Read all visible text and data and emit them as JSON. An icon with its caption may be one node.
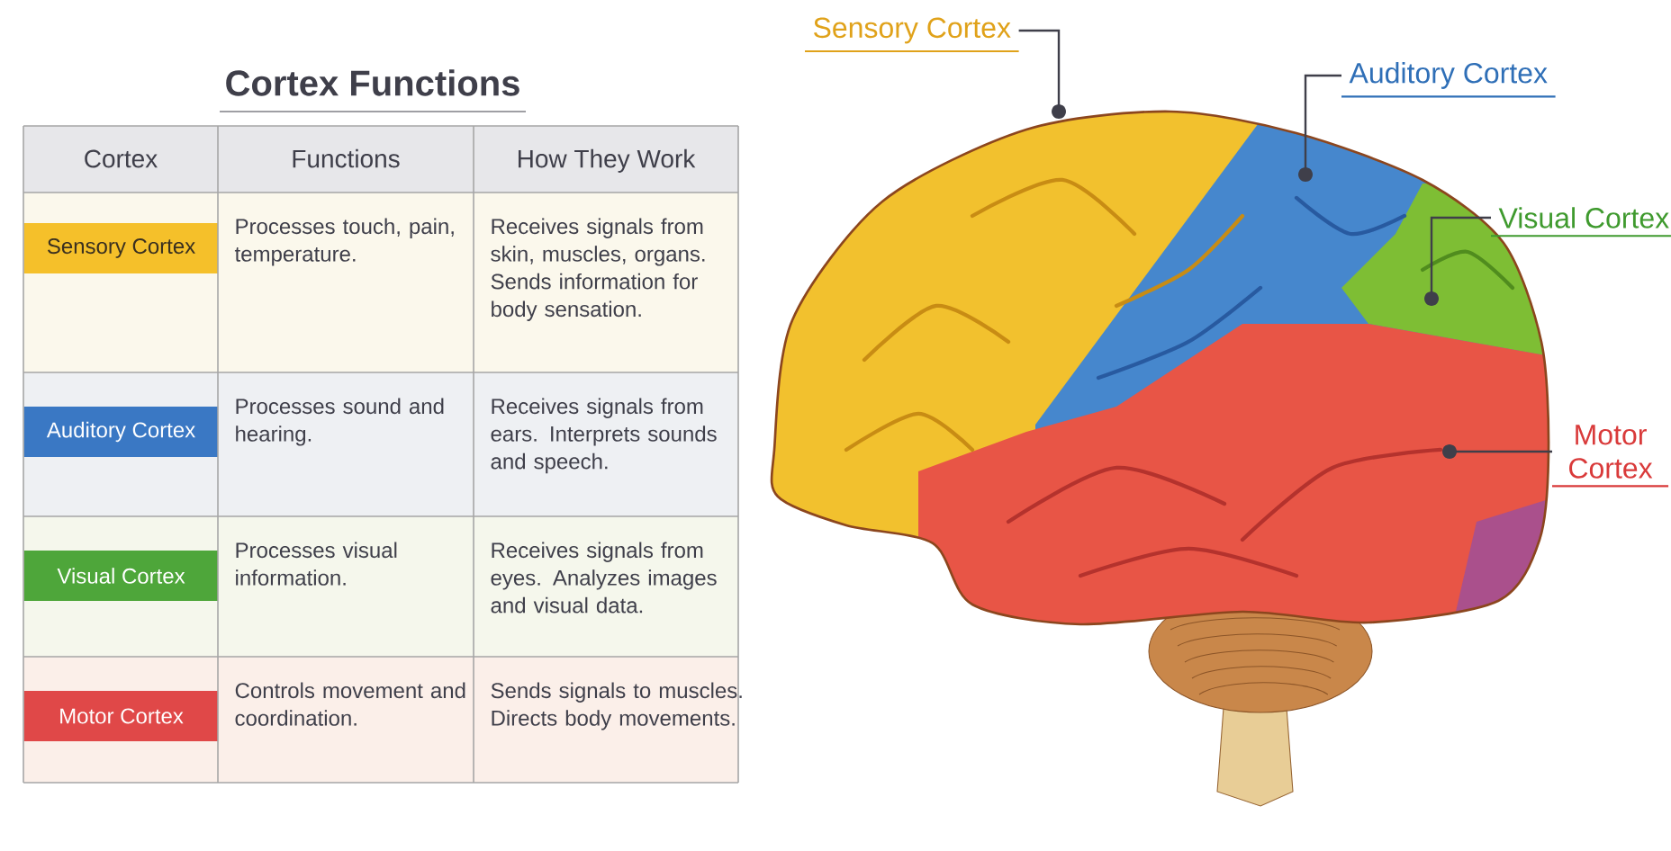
{
  "diagram": {
    "title": "Cortex Functions",
    "nodes": [
      {
        "text": [
          "Sensory Cortex"
        ]
      },
      {
        "text": [
          "Auditory Cortex"
        ]
      },
      {
        "text": [
          "Visual Cortex"
        ]
      },
      {
        "text": [
          "Motor Cortex"
        ]
      }
    ],
    "edges": [
      {
        "from": 0,
        "to": null,
        "arrow": "other"
      },
      {
        "from": 1,
        "to": null,
        "arrow": "other"
      },
      {
        "from": 2,
        "to": null,
        "arrow": "other"
      },
      {
        "from": 3,
        "to": null,
        "arrow": "other"
      }
    ],
    "labels": [
      "Cortex",
      "Functions",
      "How They Work",
      "Sensory Cortex",
      "Processes touch, pain, temperature.",
      "Receives signals from skin, muscles, organs. Sends information for body sensation.",
      "Auditory Cortex",
      "Processes sound and hearing.",
      "Receives signals from ears. Interprets sounds and speech.",
      "Visual Cortex",
      "Processes visual information.",
      "Receives signals from eyes. Analyzes images and visual data.",
      "Motor Cortex",
      "Controls movement and coordination.",
      "Sends signals to muscles. Directs body movements."
    ]
  }
}
